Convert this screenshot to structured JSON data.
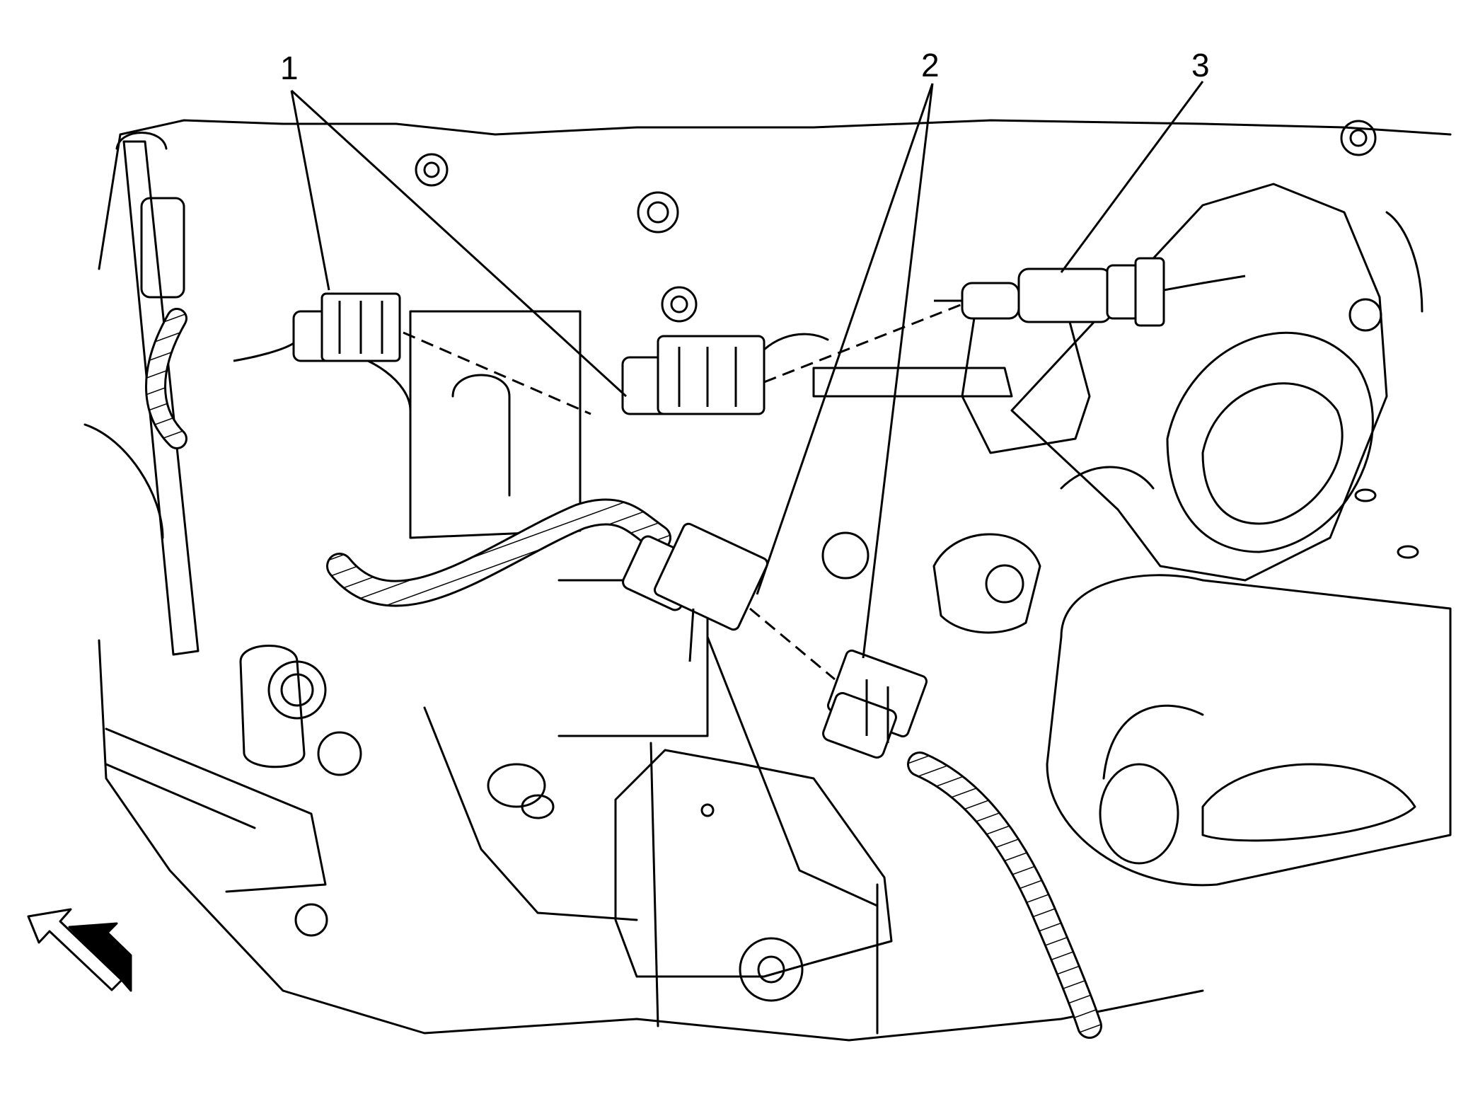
{
  "callouts": [
    {
      "label": "1",
      "meaning": "connectors"
    },
    {
      "label": "2",
      "meaning": "connectors"
    },
    {
      "label": "3",
      "meaning": "sensor"
    }
  ],
  "colors": {
    "ink": "#000000",
    "paper": "#ffffff"
  },
  "icons": {
    "orientation": "direction-arrow-icon"
  }
}
